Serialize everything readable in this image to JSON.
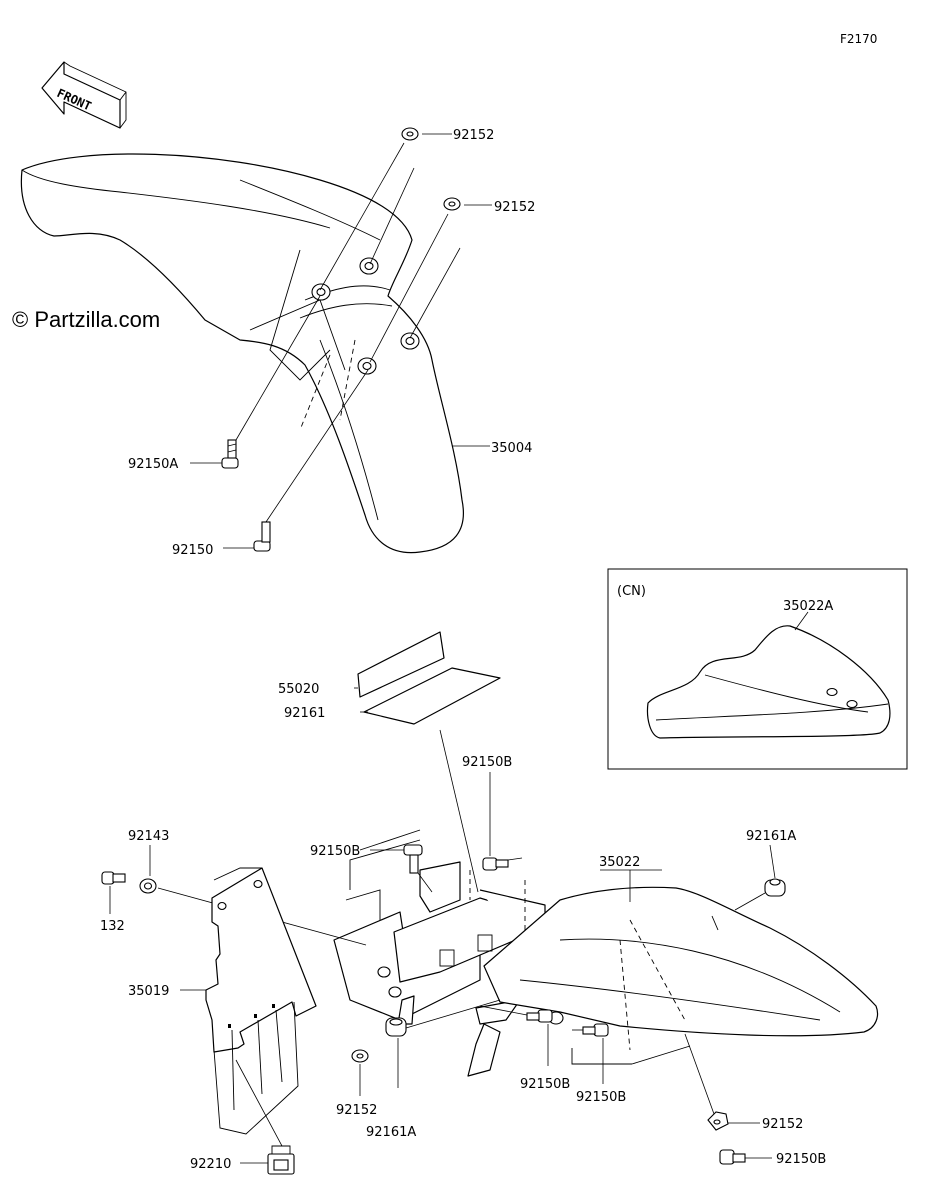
{
  "figure_id": "F2170",
  "watermark": "© Partzilla.com",
  "front_label": "FRONT",
  "inset_label": "(CN)",
  "labels": {
    "c92152_a": "92152",
    "c92152_b": "92152",
    "c35004": "35004",
    "c92150A": "92150A",
    "c92150": "92150",
    "c35022A": "35022A",
    "c55020": "55020",
    "c92161": "92161",
    "c92150B_top": "92150B",
    "c92150B_mid": "92150B",
    "c92143": "92143",
    "c132": "132",
    "c35022": "35022",
    "c92161A_right": "92161A",
    "c35019": "35019",
    "c92150B_lower": "92150B",
    "c92152_right": "92152",
    "c92152_bottom": "92152",
    "c92161A_bottom": "92161A",
    "c92150B_bottom": "92150B",
    "c92210": "92210",
    "c92150B_right": "92150B"
  }
}
